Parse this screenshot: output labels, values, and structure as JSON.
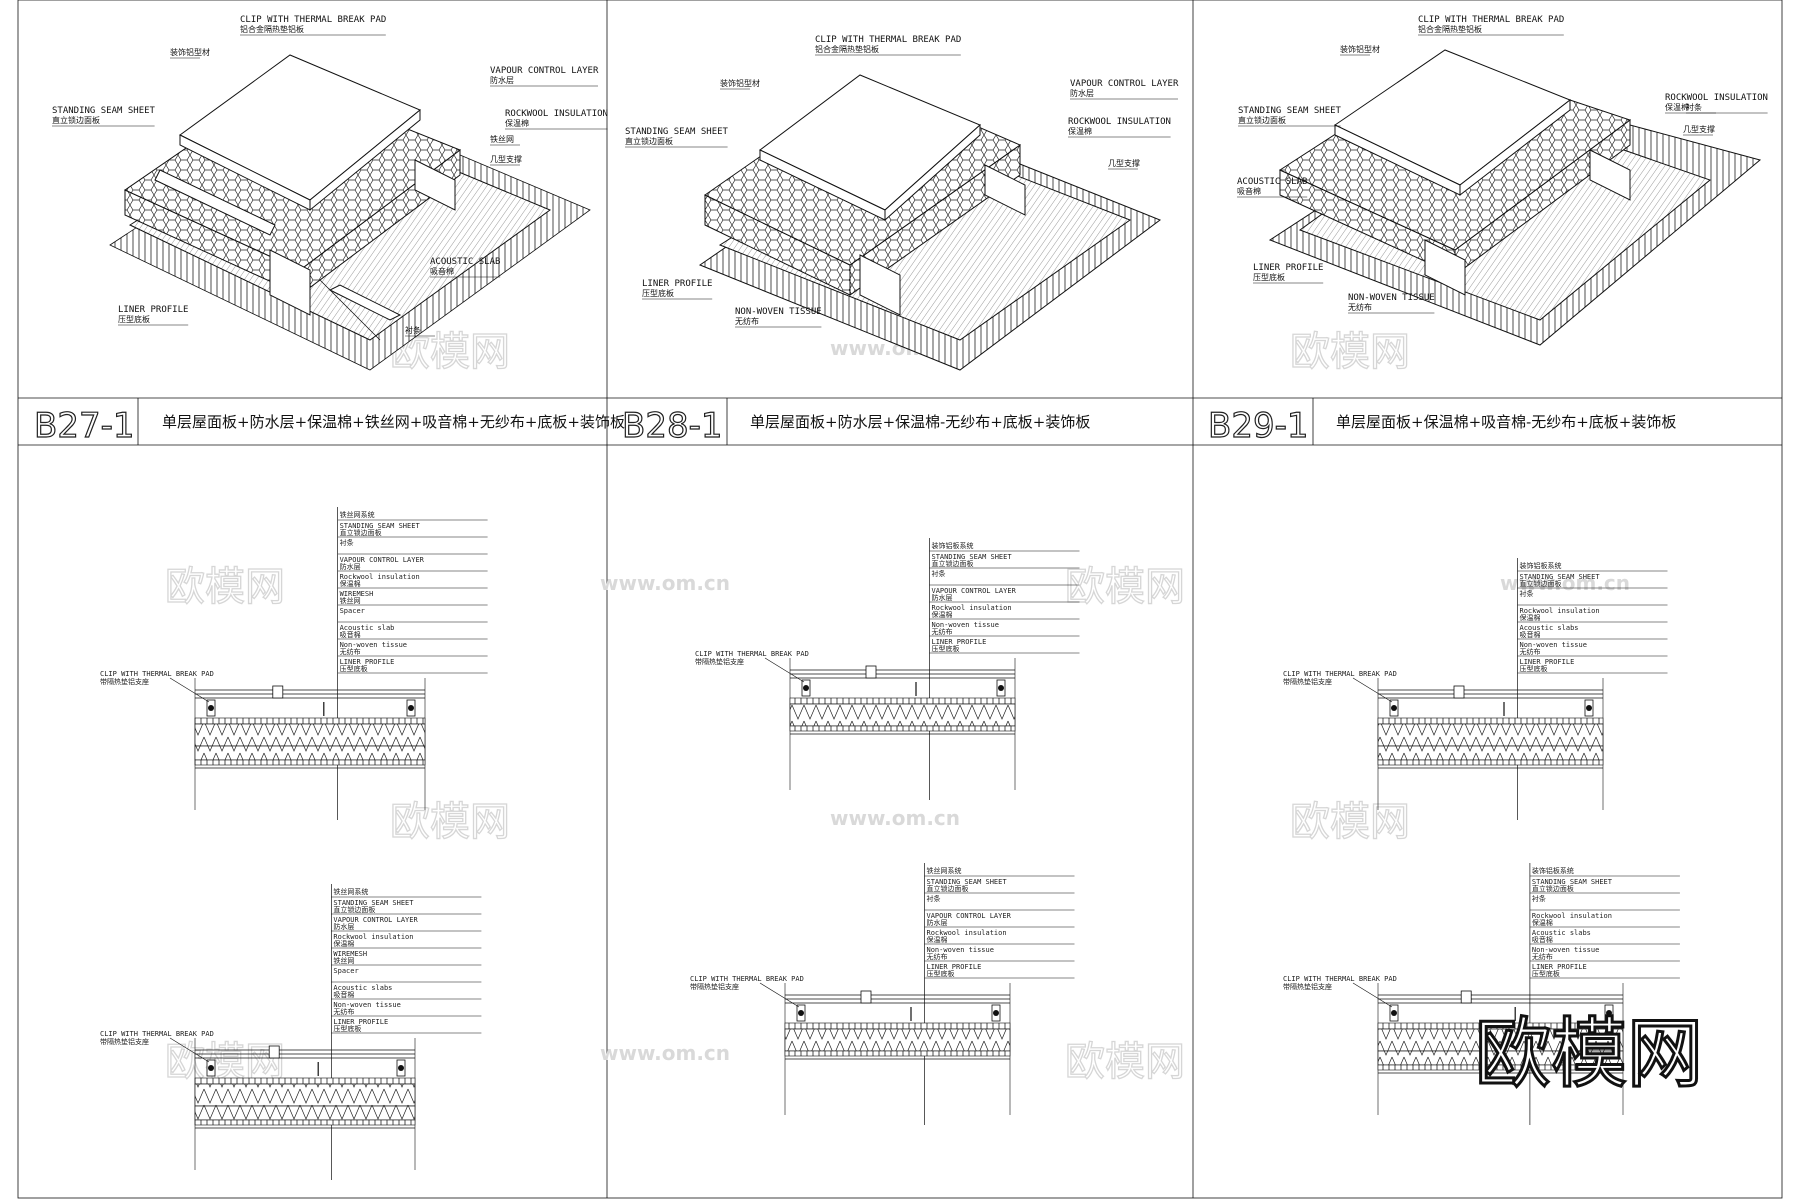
{
  "panels": [
    {
      "code": "B27-1",
      "title": "单层屋面板+防水层+保温棉+铁丝网+吸音棉+无纱布+底板+装饰板",
      "iso_labels": [
        {
          "en": "CLIP WITH THERMAL BREAK PAD",
          "cn": "铝合金隔热垫铝板"
        },
        {
          "en": "",
          "cn": "装饰铝型材"
        },
        {
          "en": "STANDING SEAM SHEET",
          "cn": "直立锁边面板"
        },
        {
          "en": "VAPOUR CONTROL LAYER",
          "cn": "防水层"
        },
        {
          "en": "ROCKWOOL INSULATION",
          "cn": "保温棉"
        },
        {
          "en": "",
          "cn": "铁丝网"
        },
        {
          "en": "",
          "cn": "几型支撑"
        },
        {
          "en": "ACOUSTIC SLAB",
          "cn": "吸音棉"
        },
        {
          "en": "LINER PROFILE",
          "cn": "压型底板"
        },
        {
          "en": "",
          "cn": "衬条"
        }
      ],
      "section_tables": [
        {
          "header": "铁丝网系统",
          "rows": [
            [
              "STANDING SEAM SHEET",
              "直立锁边面板"
            ],
            [
              "衬条",
              ""
            ],
            [
              "VAPOUR CONTROL LAYER",
              "防水层"
            ],
            [
              "Rockwool insulation",
              "保温棉"
            ],
            [
              "WIREMESH",
              "铁丝网"
            ],
            [
              "Spacer",
              ""
            ],
            [
              "Acoustic slab",
              "吸音棉"
            ],
            [
              "Non-woven tissue",
              "无纺布"
            ],
            [
              "LINER PROFILE",
              "压型底板"
            ]
          ]
        },
        {
          "header": "铁丝网系统",
          "rows": [
            [
              "STANDING SEAM SHEET",
              "直立锁边面板"
            ],
            [
              "VAPOUR CONTROL LAYER",
              "防水层"
            ],
            [
              "Rockwool insulation",
              "保温棉"
            ],
            [
              "WIREMESH",
              "铁丝网"
            ],
            [
              "Spacer",
              ""
            ],
            [
              "Acoustic slabs",
              "吸音棉"
            ],
            [
              "Non-woven tissue",
              "无纺布"
            ],
            [
              "LINER PROFILE",
              "压型底板"
            ]
          ]
        }
      ],
      "clip_labels": [
        {
          "en": "CLIP WITH THERMAL BREAK PAD",
          "cn": "带隔热垫铝支座"
        },
        {
          "en": "CLIP WITH THERMAL BREAK PAD",
          "cn": "带隔热垫铝支座"
        }
      ]
    },
    {
      "code": "B28-1",
      "title": "单层屋面板+防水层+保温棉-无纱布+底板+装饰板",
      "iso_labels": [
        {
          "en": "CLIP WITH THERMAL BREAK PAD",
          "cn": "铝合金隔热垫铝板"
        },
        {
          "en": "",
          "cn": "装饰铝型材"
        },
        {
          "en": "STANDING SEAM SHEET",
          "cn": "直立锁边面板"
        },
        {
          "en": "VAPOUR CONTROL LAYER",
          "cn": "防水层"
        },
        {
          "en": "ROCKWOOL INSULATION",
          "cn": "保温棉"
        },
        {
          "en": "",
          "cn": "几型支撑"
        },
        {
          "en": "LINER PROFILE",
          "cn": "压型底板"
        },
        {
          "en": "NON-WOVEN TISSUE",
          "cn": "无纺布"
        }
      ],
      "section_tables": [
        {
          "header": "装饰铝板系统",
          "rows": [
            [
              "STANDING SEAM SHEET",
              "直立锁边面板"
            ],
            [
              "衬条",
              ""
            ],
            [
              "VAPOUR CONTROL LAYER",
              "防水层"
            ],
            [
              "Rockwool insulation",
              "保温棉"
            ],
            [
              "Non-woven tissue",
              "无纺布"
            ],
            [
              "LINER PROFILE",
              "压型底板"
            ]
          ]
        },
        {
          "header": "铁丝网系统",
          "rows": [
            [
              "STANDING SEAM SHEET",
              "直立锁边面板"
            ],
            [
              "衬条",
              ""
            ],
            [
              "VAPOUR CONTROL LAYER",
              "防水层"
            ],
            [
              "Rockwool insulation",
              "保温棉"
            ],
            [
              "Non-woven tissue",
              "无纺布"
            ],
            [
              "LINER PROFILE",
              "压型底板"
            ]
          ]
        }
      ],
      "clip_labels": [
        {
          "en": "CLIP WITH THERMAL BREAK PAD",
          "cn": "带隔热垫铝支座"
        },
        {
          "en": "CLIP WITH THERMAL BREAK PAD",
          "cn": "带隔热垫铝支座"
        }
      ]
    },
    {
      "code": "B29-1",
      "title": "单层屋面板+保温棉+吸音棉-无纱布+底板+装饰板",
      "iso_labels": [
        {
          "en": "CLIP WITH THERMAL BREAK PAD",
          "cn": "铝合金隔热垫铝板"
        },
        {
          "en": "",
          "cn": "装饰铝型材"
        },
        {
          "en": "STANDING SEAM SHEET",
          "cn": "直立锁边面板"
        },
        {
          "en": "ROCKWOOL INSULATION",
          "cn": "保温棉"
        },
        {
          "en": "",
          "cn": "衬条"
        },
        {
          "en": "",
          "cn": "几型支撑"
        },
        {
          "en": "ACOUSTIC SLAB",
          "cn": "吸音棉"
        },
        {
          "en": "LINER PROFILE",
          "cn": "压型底板"
        },
        {
          "en": "NON-WOVEN TISSUE",
          "cn": "无纺布"
        }
      ],
      "section_tables": [
        {
          "header": "装饰铝板系统",
          "rows": [
            [
              "STANDING SEAM SHEET",
              "直立锁边面板"
            ],
            [
              "衬条",
              ""
            ],
            [
              "Rockwool insulation",
              "保温棉"
            ],
            [
              "Acoustic slabs",
              "吸音棉"
            ],
            [
              "Non-woven tissue",
              "无纺布"
            ],
            [
              "LINER PROFILE",
              "压型底板"
            ]
          ]
        },
        {
          "header": "装饰铝板系统",
          "rows": [
            [
              "STANDING SEAM SHEET",
              "直立锁边面板"
            ],
            [
              "衬条",
              ""
            ],
            [
              "Rockwool insulation",
              "保温棉"
            ],
            [
              "Acoustic slabs",
              "吸音棉"
            ],
            [
              "Non-woven tissue",
              "无纺布"
            ],
            [
              "LINER PROFILE",
              "压型底板"
            ]
          ]
        }
      ],
      "clip_labels": [
        {
          "en": "CLIP WITH THERMAL BREAK PAD",
          "cn": "带隔热垫铝支座"
        },
        {
          "en": "CLIP WITH THERMAL BREAK PAD",
          "cn": "带隔热垫铝支座"
        }
      ]
    }
  ],
  "watermark": {
    "cn": "欧模网",
    "url": "www.om.cn"
  },
  "logo": "欧模网"
}
